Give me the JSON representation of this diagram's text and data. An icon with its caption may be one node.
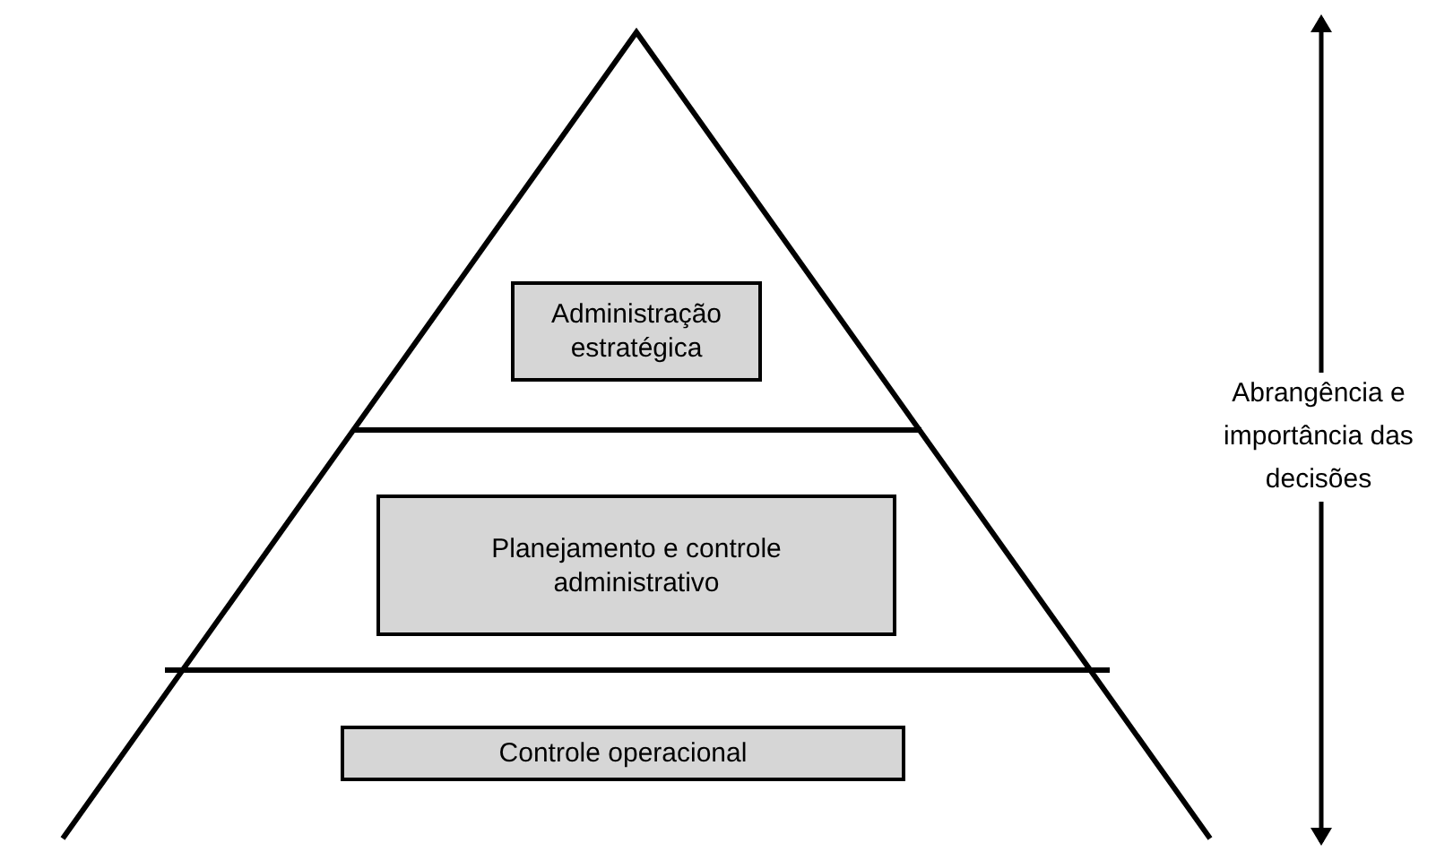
{
  "diagram": {
    "nodes": [
      {
        "text": [
          "Administração estratégica"
        ]
      },
      {
        "text": [
          "Planejamento e controle administrativo"
        ]
      },
      {
        "text": [
          "Controle operacional"
        ]
      }
    ],
    "labels": [
      "Abrangência e importância das decisões"
    ]
  }
}
